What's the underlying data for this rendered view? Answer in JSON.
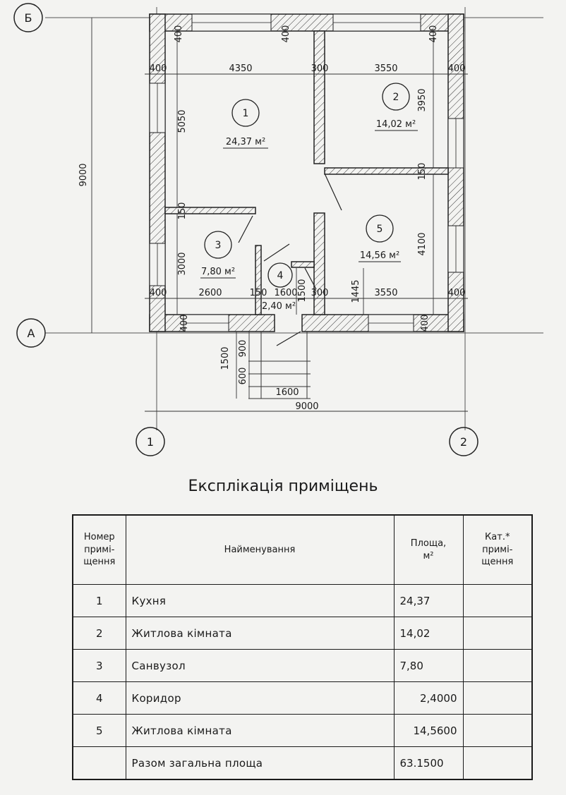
{
  "axes": {
    "top": "Б",
    "bottom": "А",
    "left": "1",
    "right": "2"
  },
  "dimensions": {
    "wall_400": "400",
    "top_left_room": "4350",
    "partition": "300",
    "top_right_room": "3550",
    "right_upper": "3950",
    "left_upper": "5050",
    "overall_height": "9000",
    "small_150": "150",
    "left_lower": "3000",
    "right_lower": "4100",
    "bottom_left_room": "2600",
    "corridor_width": "1600",
    "corridor_depth": "1500",
    "bottom_right_room": "3550",
    "bottom_right_depth": "1445",
    "porch_depth": "1500",
    "porch_900": "900",
    "porch_600": "600",
    "porch_width": "1600",
    "overall_width": "9000"
  },
  "rooms": [
    {
      "number": "1",
      "area": "24,37 м²"
    },
    {
      "number": "2",
      "area": "14,02 м²"
    },
    {
      "number": "3",
      "area": "7,80 м²"
    },
    {
      "number": "4",
      "area": "2,40 м²"
    },
    {
      "number": "5",
      "area": "14,56 м²"
    }
  ],
  "table": {
    "title": "Експлікація приміщень",
    "headers": {
      "number": [
        "Номер",
        "примі-",
        "щення"
      ],
      "name": "Найменування",
      "area": [
        "Площа,",
        "м²"
      ],
      "category": [
        "Кат.*",
        "примі-",
        "щення"
      ]
    },
    "rows": [
      {
        "number": "1",
        "name": "Кухня",
        "area": "24,37"
      },
      {
        "number": "2",
        "name": "Житлова кімната",
        "area": "14,02"
      },
      {
        "number": "3",
        "name": "Санвузол",
        "area": "7,80"
      },
      {
        "number": "4",
        "name": "Коридор",
        "area": "2,4000"
      },
      {
        "number": "5",
        "name": "Житлова кімната",
        "area": "14,5600"
      }
    ],
    "total": {
      "label": "Разом загальна площа",
      "area": "63.1500"
    }
  }
}
